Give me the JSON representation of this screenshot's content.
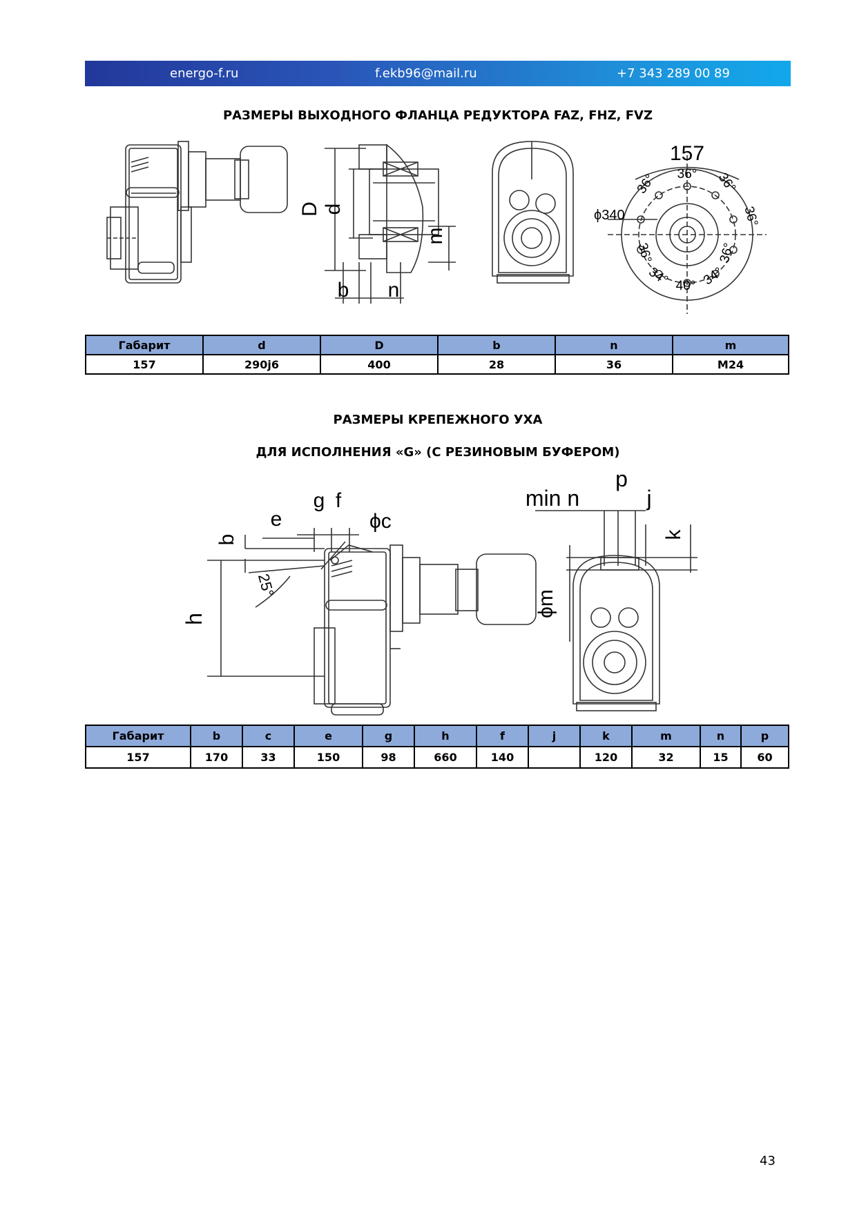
{
  "header": {
    "website": "energo-f.ru",
    "email": "f.ekb96@mail.ru",
    "phone": "+7 343 289 00 89"
  },
  "section1": {
    "title": "РАЗМЕРЫ ВЫХОДНОГО ФЛАНЦА РЕДУКТОРА FAZ, FHZ, FVZ",
    "drawing_labels": {
      "D": "D",
      "d": "d",
      "m": "m",
      "b": "b",
      "n": "n",
      "size": "157",
      "phi340": "ϕ340",
      "a36_1": "36°",
      "a36_2": "36°",
      "a36_3": "36°",
      "a36_4": "36°",
      "a36_5": "36°",
      "a36_6": "36°",
      "a34_1": "34°",
      "a34_2": "34°",
      "a40": "40°"
    },
    "table": {
      "headers": [
        "Габарит",
        "d",
        "D",
        "b",
        "n",
        "m"
      ],
      "row": [
        "157",
        "290j6",
        "400",
        "28",
        "36",
        "M24"
      ]
    }
  },
  "section2": {
    "title_line1": "РАЗМЕРЫ КРЕПЕЖНОГО УХА",
    "title_line2": "ДЛЯ ИСПОЛНЕНИЯ «G» (С РЕЗИНОВЫМ БУФЕРОМ)",
    "drawing_labels": {
      "g": "g",
      "f": "f",
      "e": "e",
      "phic": "ϕc",
      "b": "b",
      "a25": "25°",
      "h": "h",
      "minn": "min n",
      "p": "p",
      "j": "j",
      "k": "k",
      "phim": "ϕm"
    },
    "table": {
      "headers": [
        "Габарит",
        "b",
        "c",
        "e",
        "g",
        "h",
        "f",
        "j",
        "k",
        "m",
        "n",
        "p"
      ],
      "row": [
        "157",
        "170",
        "33",
        "150",
        "98",
        "660",
        "140",
        "",
        "120",
        "32",
        "15",
        "60"
      ]
    }
  },
  "page_number": "43"
}
